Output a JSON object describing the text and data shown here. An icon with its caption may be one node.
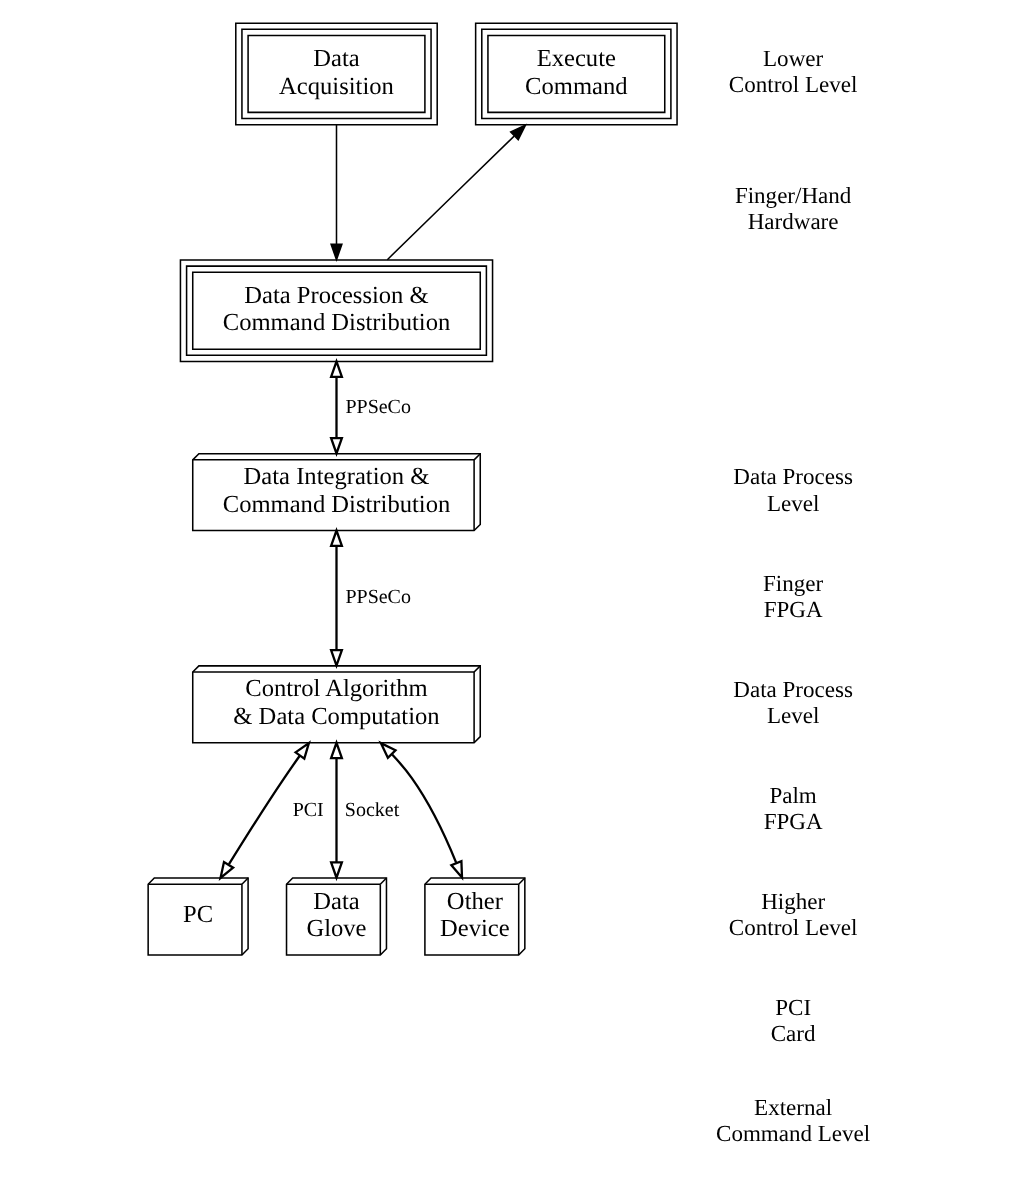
{
  "diagram": {
    "nodes": [
      {
        "text": [
          "Data Acquisition"
        ]
      },
      {
        "text": [
          "Execute Command"
        ]
      },
      {
        "text": [
          "Data Procession & Command Distribution"
        ]
      },
      {
        "text": [
          "Data Integration & Command Distribution"
        ]
      },
      {
        "text": [
          "Control Algorithm & Data Computation"
        ]
      },
      {
        "text": [
          "PC"
        ]
      },
      {
        "text": [
          "Data Glove"
        ]
      },
      {
        "text": [
          "Other Device"
        ]
      }
    ],
    "edges": [
      {
        "from": 0,
        "to": 2,
        "arrow": "to"
      },
      {
        "from": 2,
        "to": 1,
        "arrow": "to"
      },
      {
        "from": 2,
        "to": 3,
        "arrow": "both",
        "label": "PPSeCo"
      },
      {
        "from": 3,
        "to": 4,
        "arrow": "both",
        "label": "PPSeCo"
      },
      {
        "from": 4,
        "to": 5,
        "arrow": "both",
        "label": "PCI"
      },
      {
        "from": 4,
        "to": 6,
        "arrow": "both",
        "label": "Socket"
      },
      {
        "from": 4,
        "to": 7,
        "arrow": "both"
      }
    ],
    "labels": [
      "Lower Control Level",
      "Finger/Hand Hardware",
      "Data Process Level",
      "Finger FPGA",
      "Data Process Level",
      "Palm FPGA",
      "Higher Control Level",
      "PCI Card",
      "External Command Level"
    ]
  }
}
